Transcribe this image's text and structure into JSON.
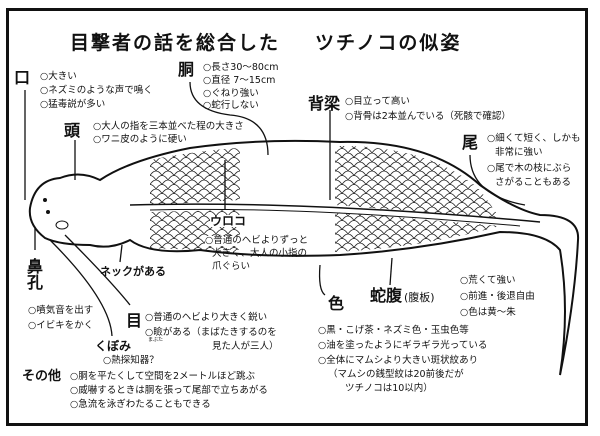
{
  "title": {
    "part1": "目撃者の話を総合した",
    "part2": "ツチノコの似姿"
  },
  "mouth": {
    "label": "口",
    "notes": [
      "○大きい",
      "○ネズミのような声で鳴く",
      "○猛毒説が多い"
    ]
  },
  "torso": {
    "label": "胴",
    "notes": [
      "○長さ30〜80cm",
      "○直径 7〜15cm",
      "○ぐねり強い",
      "○蛇行しない"
    ]
  },
  "head": {
    "label": "頭",
    "notes": [
      "○大人の指を三本並べた程の大きさ",
      "○ワニ皮のように硬い"
    ]
  },
  "spine": {
    "label": "背梁",
    "notes": [
      "○目立って高い",
      "○背骨は2本並んでいる（死骸で確認）"
    ]
  },
  "tail": {
    "label": "尾",
    "notes": [
      "○細くて短く、しかも",
      "非常に強い",
      "○尾で木の枝にぶら",
      "さがることもある"
    ]
  },
  "scales": {
    "label": "ウロコ",
    "notes": [
      "○普通のヘビよりずっと",
      "大きく、大人の小指の",
      "爪ぐらい"
    ]
  },
  "nostril": {
    "label": "鼻孔",
    "notes": [
      "○噴気音を出す",
      "○イビキをかく"
    ]
  },
  "neck": {
    "label": "ネックがある"
  },
  "eye": {
    "label": "目",
    "notes": [
      "○普通のヘビより大きく鋭い",
      "○瞼がある（まばたきするのを",
      "見た人が三人）"
    ],
    "ruby": "まぶた"
  },
  "pit": {
    "label": "くぼみ",
    "notes": [
      "○熱探知器？"
    ]
  },
  "other": {
    "label": "その他",
    "notes": [
      "○胴を平たくして空間を2メートルほど跳ぶ",
      "○威嚇するときは胴を張って尾部で立ちあがる",
      "○急流を泳ぎわたることもできる"
    ]
  },
  "belly": {
    "label": "蛇腹",
    "sub": "(腹板)",
    "notes": [
      "○荒くて強い",
      "○前進・後退自由",
      "○色は黄〜朱"
    ]
  },
  "color": {
    "label": "色",
    "notes": [
      "○黒・こげ茶・ネズミ色・玉虫色等",
      "○油を塗ったようにギラギラ光っている",
      "○全体にマムシより大きい斑状紋あり",
      "（マムシの銭型紋は20前後だが",
      "ツチノコは10以内）"
    ]
  }
}
